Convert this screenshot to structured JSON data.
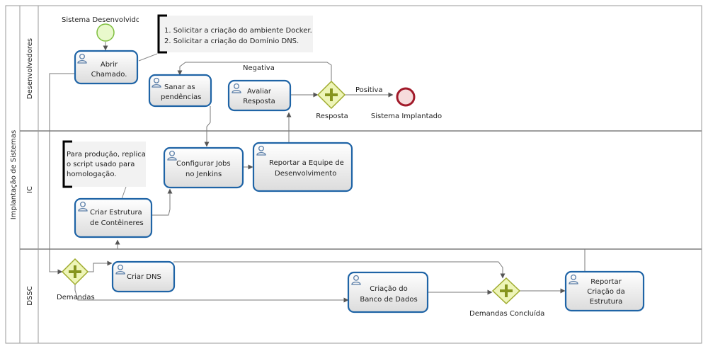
{
  "pool": {
    "label": "Implantação de Sistemas"
  },
  "lanes": [
    {
      "id": "dev",
      "label": "Desenvolvedores"
    },
    {
      "id": "ic",
      "label": "IC"
    },
    {
      "id": "dssc",
      "label": "DSSC"
    }
  ],
  "events": {
    "start": "Sistema Desenvolvido",
    "end": "Sistema Implantado"
  },
  "tasks": {
    "abrir": [
      "Abrir",
      "Chamado."
    ],
    "sanar": [
      "Sanar as",
      "pendências"
    ],
    "avaliar": [
      "Avaliar",
      "Resposta"
    ],
    "jenkins": [
      "Configurar Jobs",
      "no Jenkins"
    ],
    "reportar_dev": [
      "Reportar a Equipe de",
      "Desenvolvimento"
    ],
    "criar_estrutura": [
      "Criar Estrutura",
      "de Contêineres"
    ],
    "criar_dns": [
      "Criar DNS"
    ],
    "banco": [
      "Criação do",
      "Banco de Dados"
    ],
    "reportar_estrutura": [
      "Reportar",
      "Criação da",
      "Estrutura"
    ]
  },
  "gateways": {
    "resposta": "Resposta",
    "demandas": "Demandas",
    "concluidas": "Demandas Concluídas"
  },
  "flow_labels": {
    "negativa": "Negativa",
    "positiva": "Positiva"
  },
  "annotations": {
    "dev": [
      "1. Solicitar a criação do ambiente Docker.",
      "2. Solicitar a criação do Domínio DNS."
    ],
    "ic": [
      "Para produção, replicar",
      "o script usado para",
      "homologação."
    ]
  },
  "colors": {
    "task_stroke": "#1f64a6",
    "task_fill_top": "#ffffff",
    "task_fill_bottom": "#dcdcdc",
    "start_fill": "#e9f9cc",
    "start_stroke": "#7fbf3f",
    "end_stroke": "#a11a2a",
    "end_fill": "#f6dcdc",
    "gateway_fill": "#eef5b8",
    "gateway_stroke": "#9fab2e",
    "gateway_cross": "#86951f",
    "user_icon": "#5a7ea8"
  },
  "icons": {
    "task": "user-icon",
    "gateway": "parallel-gateway-icon"
  }
}
